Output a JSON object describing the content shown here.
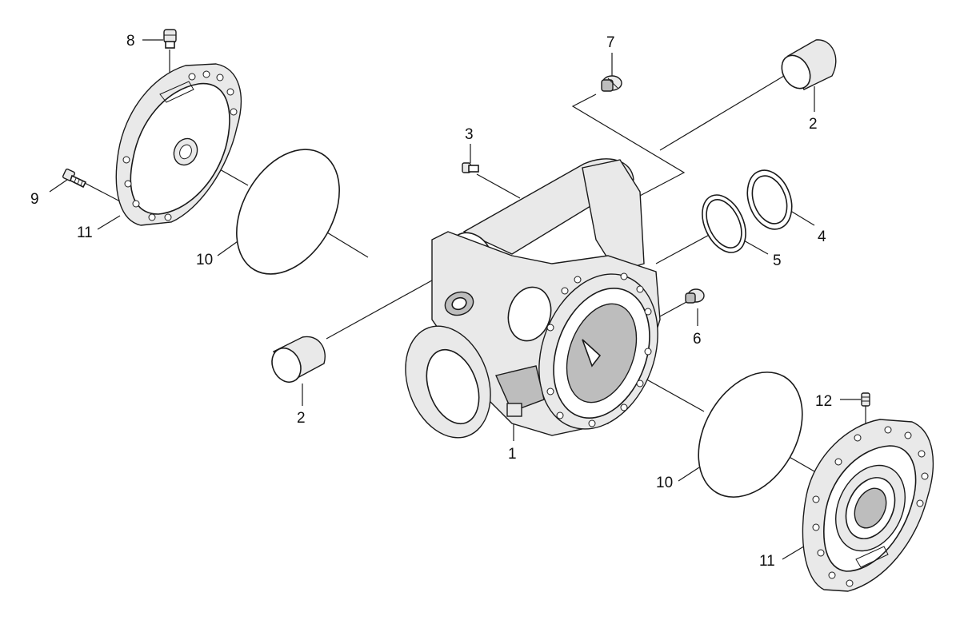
{
  "callouts": {
    "c1": "1",
    "c2a": "2",
    "c2b": "2",
    "c3": "3",
    "c4": "4",
    "c5": "5",
    "c6": "6",
    "c7": "7",
    "c8": "8",
    "c9": "9",
    "c10a": "10",
    "c10b": "10",
    "c11a": "11",
    "c11b": "11",
    "c12": "12"
  }
}
